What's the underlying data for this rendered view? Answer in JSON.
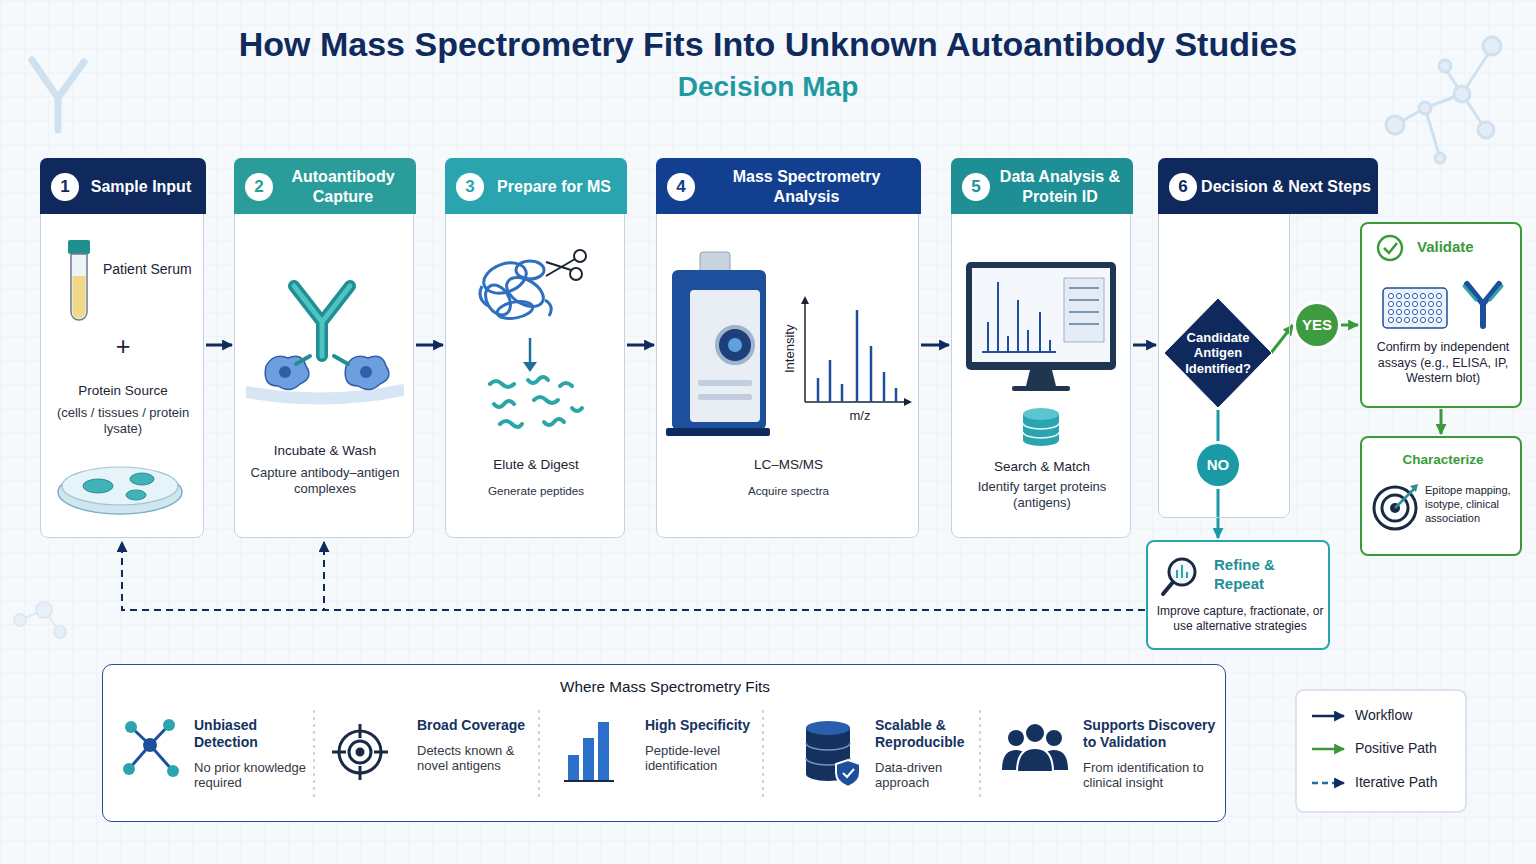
{
  "diagram": {
    "title": "How Mass Spectrometry Fits Into Unknown Autoantibody Studies",
    "nodes": [
      {
        "text": [
          "Sample Input",
          "Patient Serum",
          "+",
          "Protein Source",
          "(cells / tissues / protein lysate)"
        ]
      },
      {
        "text": [
          "1"
        ],
        "in": 0
      },
      {
        "text": [
          "Autoantibody Capture",
          "Incubate & Wash",
          "Capture antibody–antigen complexes"
        ]
      },
      {
        "text": [
          "2"
        ],
        "in": 2
      },
      {
        "text": [
          "Prepare for MS",
          "Elute & Digest",
          "Generate peptides"
        ]
      },
      {
        "text": [
          "3"
        ],
        "in": 4
      },
      {
        "text": [
          "Mass Spectrometry Analysis",
          "LC–MS/MS",
          "Acquire spectra"
        ]
      },
      {
        "text": [
          "4"
        ],
        "in": 6
      },
      {
        "text": [
          "Data Analysis & Protein ID",
          "Search & Match",
          "Identify target proteins (antigens)"
        ]
      },
      {
        "text": [
          "5"
        ],
        "in": 8
      },
      {
        "text": [
          "Decision & Next Steps"
        ]
      },
      {
        "text": [
          "6"
        ],
        "in": 10
      },
      {
        "text": [
          "Candidate Antigen Identified?"
        ],
        "in": 10
      },
      {
        "text": [
          "YES"
        ]
      },
      {
        "text": [
          "NO"
        ],
        "in": 10
      },
      {
        "text": [
          "Validate",
          "Confirm by independent assays (e.g., ELISA, IP, Western blot)"
        ]
      },
      {
        "text": [
          "Characterize",
          "Epitope mapping, isotype, clinical association"
        ]
      },
      {
        "text": [
          "Refine & Repeat",
          "Improve capture, fractionate, or use alternative strategies"
        ]
      },
      {
        "text": [
          "Where Mass Spectrometry Fits"
        ]
      },
      {
        "text": [
          "Unbiased Detection",
          "No prior knowledge required"
        ],
        "in": 18
      },
      {
        "text": [
          "Broad Coverage",
          "Detects known & novel antigens"
        ],
        "in": 18
      },
      {
        "text": [
          "High Specificity",
          "Peptide-level identification"
        ],
        "in": 18
      },
      {
        "text": [
          "Scalable & Reproducible",
          "Data-driven approach"
        ],
        "in": 18
      },
      {
        "text": [
          "Supports Discovery to Validation",
          "From identification to clinical insight"
        ],
        "in": 18
      }
    ],
    "edges": [
      {
        "from": 0,
        "to": 2,
        "arrow": "to"
      },
      {
        "from": 2,
        "to": 4,
        "arrow": "to"
      },
      {
        "from": 4,
        "to": 6,
        "arrow": "to"
      },
      {
        "from": 6,
        "to": 8,
        "arrow": "to"
      },
      {
        "from": 8,
        "to": 10,
        "arrow": "to"
      },
      {
        "from": 12,
        "to": 13,
        "arrow": "to"
      },
      {
        "from": 13,
        "to": 15,
        "arrow": "to"
      },
      {
        "from": 12,
        "to": 14,
        "arrow": "none"
      },
      {
        "from": 14,
        "to": 17,
        "arrow": "to"
      },
      {
        "from": 15,
        "to": 16,
        "arrow": "to"
      },
      {
        "from": 17,
        "to": 0,
        "arrow": "to"
      },
      {
        "from": 17,
        "to": 2,
        "arrow": "to"
      }
    ],
    "labels": [
      "Decision Map",
      "Intensity",
      "m/z"
    ],
    "legend": [
      {
        "text": "Workflow"
      },
      {
        "text": "Positive Path"
      },
      {
        "text": "Iterative Path"
      }
    ]
  }
}
